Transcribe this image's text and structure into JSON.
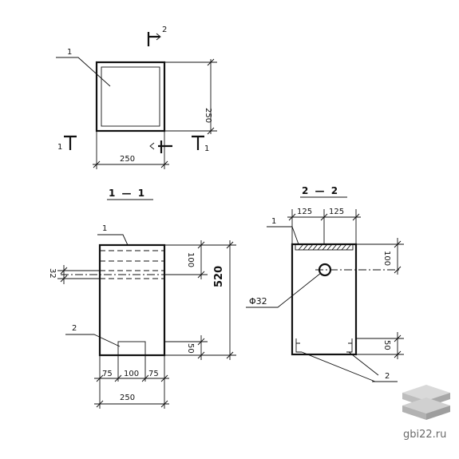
{
  "plan": {
    "item_1": "1",
    "dim_height": "250",
    "dim_width": "250",
    "cut_1_left": "1",
    "cut_1_right": "1",
    "cut_2": "2"
  },
  "section_1": {
    "title": "1 — 1",
    "item_1": "1",
    "item_2": "2",
    "dim_32": "32",
    "dim_100": "100",
    "dim_520": "520",
    "dim_50": "50",
    "dim_75_left": "75",
    "dim_100_mid": "100",
    "dim_75_right": "75",
    "dim_250": "250"
  },
  "section_2": {
    "title": "2 — 2",
    "item_1": "1",
    "dim_125_left": "125",
    "dim_125_right": "125",
    "dim_100": "100",
    "hole": "Φ32",
    "dim_50": "50",
    "item_2": "2"
  },
  "watermark": {
    "text": "gbi22.ru",
    "icon": "stacked-slabs-icon"
  }
}
